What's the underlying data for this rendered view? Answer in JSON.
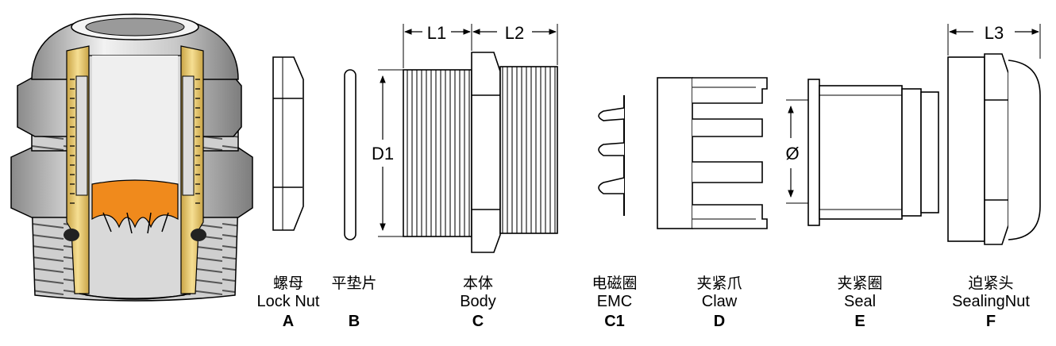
{
  "dimensions": {
    "L1": "L1",
    "L2": "L2",
    "L3": "L3",
    "D1": "D1",
    "phi": "Ø"
  },
  "parts": [
    {
      "cn": "螺母",
      "en": "Lock Nut",
      "letter": "A"
    },
    {
      "cn": "平垫片",
      "en": "",
      "letter": "B"
    },
    {
      "cn": "本体",
      "en": "Body",
      "letter": "C"
    },
    {
      "cn": "电磁圈",
      "en": "EMC",
      "letter": "C1"
    },
    {
      "cn": "夹紧爪",
      "en": "Claw",
      "letter": "D"
    },
    {
      "cn": "夹紧圈",
      "en": "Seal",
      "letter": "E"
    },
    {
      "cn": "迫紧头",
      "en": "SealingNut",
      "letter": "F"
    }
  ],
  "colors": {
    "metal_light": "#e6e6e6",
    "metal_mid": "#bdbdbd",
    "metal_dark": "#7a7a7a",
    "brass": "#e9c96a",
    "orange": "#f08a1c",
    "outline": "#000000"
  }
}
